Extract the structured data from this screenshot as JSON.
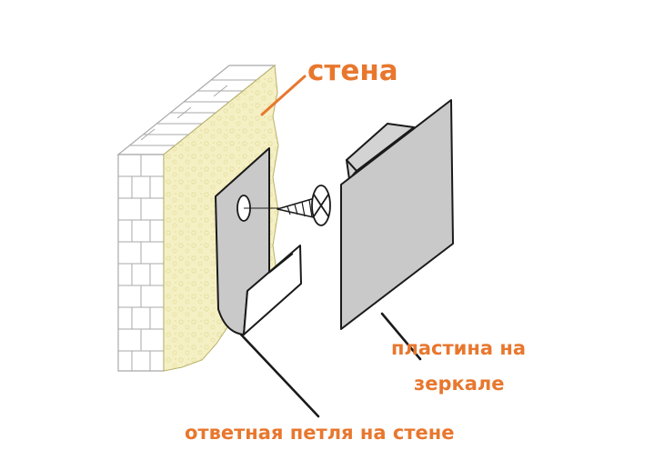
{
  "diagram": {
    "labels": {
      "wall": "стена",
      "plate_line1": "пластина на",
      "plate_line2": "зеркале",
      "loop": "ответная петля на стене"
    },
    "colors": {
      "label_text": "#e8772e",
      "leader_line": "#e8772e",
      "plate_fill": "#c9c9c9",
      "wall_plaster": "#f5f0c4",
      "brick_line": "#a9a9a9",
      "outline": "#1a1a1a"
    },
    "icons": [
      "screw-icon",
      "brick-wall"
    ]
  }
}
